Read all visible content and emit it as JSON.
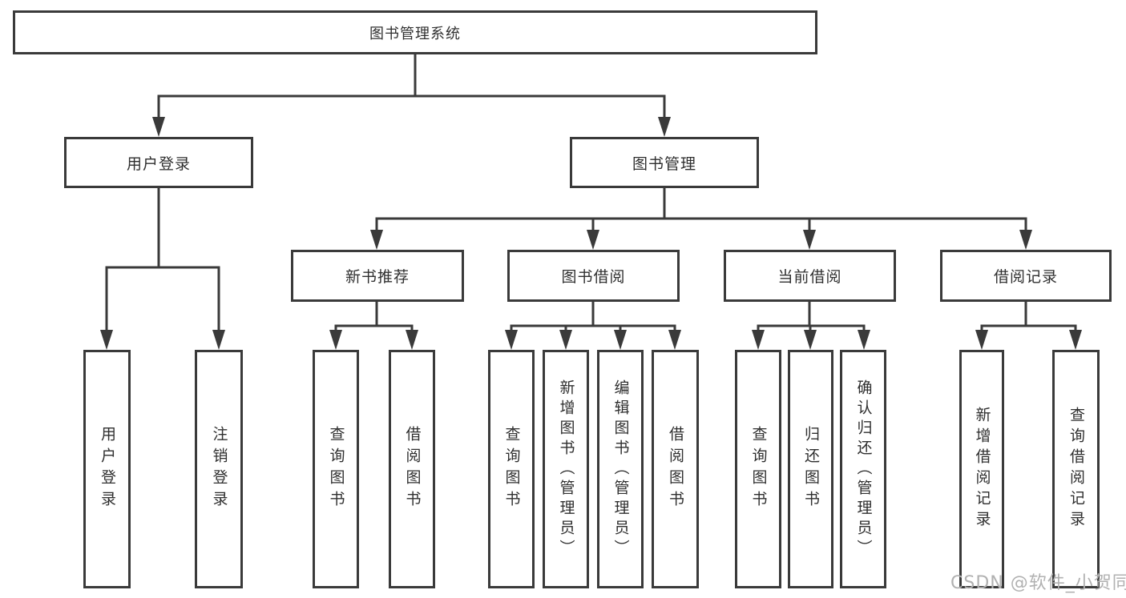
{
  "title": "图书管理系统",
  "tree": {
    "label": "图书管理系统",
    "children": [
      {
        "label": "用户登录",
        "children": [
          {
            "label": "用户登录"
          },
          {
            "label": "注销登录"
          }
        ]
      },
      {
        "label": "图书管理",
        "children": [
          {
            "label": "新书推荐",
            "children": [
              {
                "label": "查询图书"
              },
              {
                "label": "借阅图书"
              }
            ]
          },
          {
            "label": "图书借阅",
            "children": [
              {
                "label": "查询图书"
              },
              {
                "label": "新增图书（管理员）"
              },
              {
                "label": "编辑图书（管理员）"
              },
              {
                "label": "借阅图书"
              }
            ]
          },
          {
            "label": "当前借阅",
            "children": [
              {
                "label": "查询图书"
              },
              {
                "label": "归还图书"
              },
              {
                "label": "确认归还（管理员）"
              }
            ]
          },
          {
            "label": "借阅记录",
            "children": [
              {
                "label": "新增借阅记录"
              },
              {
                "label": "查询借阅记录"
              }
            ]
          }
        ]
      }
    ]
  },
  "watermark": "CSDN @软件_小贺同学",
  "colors": {
    "line": "#3a3a3a",
    "text": "#2f2f2f",
    "background": "#ffffff",
    "watermark": "#b1b1b1"
  }
}
